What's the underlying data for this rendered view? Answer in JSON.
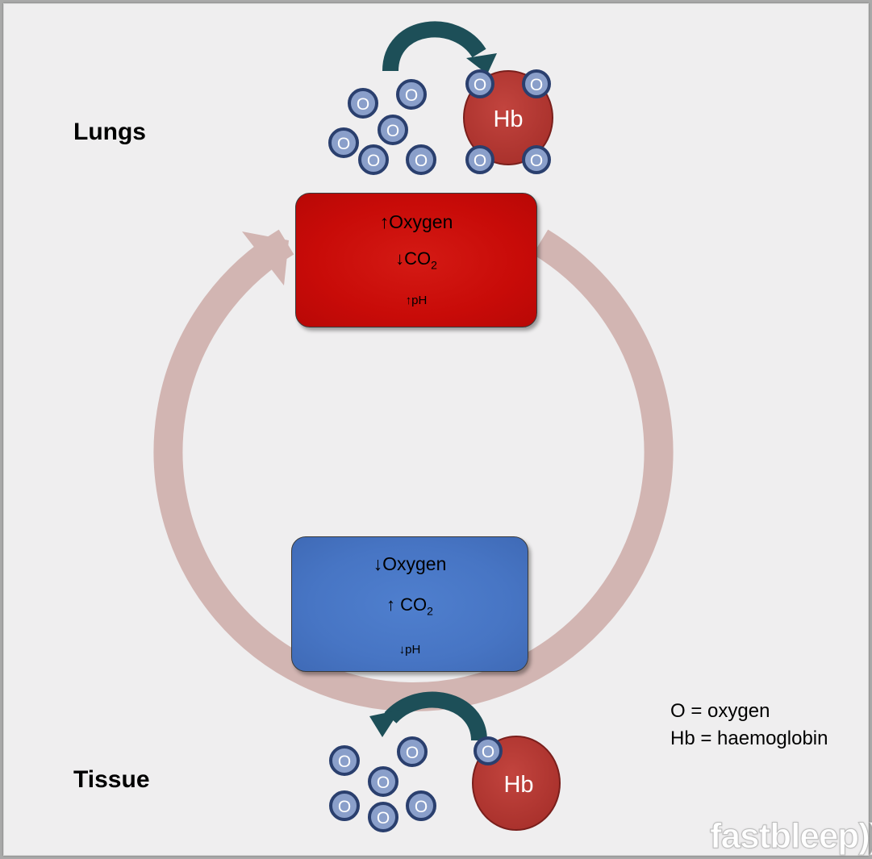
{
  "lungs_label": "Lungs",
  "tissue_label": "Tissue",
  "lungs_box": {
    "line1_arrow": "↑",
    "line1_text": "Oxygen",
    "line2_arrow": "↓",
    "line2_text": "CO",
    "line2_sub": "2",
    "line3_arrow": "↑",
    "line3_text": "pH"
  },
  "tissue_box": {
    "line1_arrow": "↓",
    "line1_text": "Oxygen",
    "line2_arrow": "↑",
    "line2_text": " CO",
    "line2_sub": "2",
    "line3_arrow": "↓",
    "line3_text": "pH"
  },
  "molecule_label": "O",
  "hb_label": "Hb",
  "legend": {
    "line1": "O = oxygen",
    "line2": "Hb = haemoglobin"
  },
  "watermark": "fastbleep))",
  "colors": {
    "lungs_box": "#c80b08",
    "tissue_box": "#4775c4",
    "cycle_arrow": "#d2b5b2",
    "hb_fill": "#b73a35",
    "molecule_fill": "#8a9fca",
    "molecule_ring": "#2a3f6e",
    "curved_arrow": "#1d4f58"
  }
}
